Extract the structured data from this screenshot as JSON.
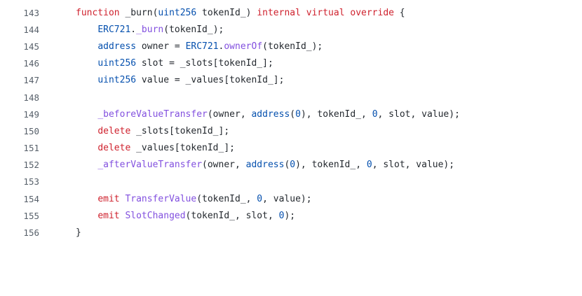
{
  "lines": [
    {
      "number": "143",
      "tokens": [
        {
          "t": "function ",
          "c": "kw"
        },
        {
          "t": "_burn",
          "c": "p"
        },
        {
          "t": "(",
          "c": "p"
        },
        {
          "t": "uint256",
          "c": "ty"
        },
        {
          "t": " tokenId_) ",
          "c": "p"
        },
        {
          "t": "internal virtual override",
          "c": "kw"
        },
        {
          "t": " {",
          "c": "p"
        }
      ]
    },
    {
      "number": "144",
      "tokens": [
        {
          "t": "    ",
          "c": "p"
        },
        {
          "t": "ERC721",
          "c": "ty"
        },
        {
          "t": ".",
          "c": "p"
        },
        {
          "t": "_burn",
          "c": "fn"
        },
        {
          "t": "(tokenId_);",
          "c": "p"
        }
      ]
    },
    {
      "number": "145",
      "tokens": [
        {
          "t": "    ",
          "c": "p"
        },
        {
          "t": "address",
          "c": "ty"
        },
        {
          "t": " owner = ",
          "c": "p"
        },
        {
          "t": "ERC721",
          "c": "ty"
        },
        {
          "t": ".",
          "c": "p"
        },
        {
          "t": "ownerOf",
          "c": "fn"
        },
        {
          "t": "(tokenId_);",
          "c": "p"
        }
      ]
    },
    {
      "number": "146",
      "tokens": [
        {
          "t": "    ",
          "c": "p"
        },
        {
          "t": "uint256",
          "c": "ty"
        },
        {
          "t": " slot = _slots[tokenId_];",
          "c": "p"
        }
      ]
    },
    {
      "number": "147",
      "tokens": [
        {
          "t": "    ",
          "c": "p"
        },
        {
          "t": "uint256",
          "c": "ty"
        },
        {
          "t": " value = _values[tokenId_];",
          "c": "p"
        }
      ]
    },
    {
      "number": "148",
      "tokens": []
    },
    {
      "number": "149",
      "tokens": [
        {
          "t": "    ",
          "c": "p"
        },
        {
          "t": "_beforeValueTransfer",
          "c": "fn"
        },
        {
          "t": "(owner, ",
          "c": "p"
        },
        {
          "t": "address",
          "c": "ty"
        },
        {
          "t": "(",
          "c": "p"
        },
        {
          "t": "0",
          "c": "num"
        },
        {
          "t": "), tokenId_, ",
          "c": "p"
        },
        {
          "t": "0",
          "c": "num"
        },
        {
          "t": ", slot, value);",
          "c": "p"
        }
      ]
    },
    {
      "number": "150",
      "tokens": [
        {
          "t": "    ",
          "c": "p"
        },
        {
          "t": "delete",
          "c": "kw"
        },
        {
          "t": " _slots[tokenId_];",
          "c": "p"
        }
      ]
    },
    {
      "number": "151",
      "tokens": [
        {
          "t": "    ",
          "c": "p"
        },
        {
          "t": "delete",
          "c": "kw"
        },
        {
          "t": " _values[tokenId_];",
          "c": "p"
        }
      ]
    },
    {
      "number": "152",
      "tokens": [
        {
          "t": "    ",
          "c": "p"
        },
        {
          "t": "_afterValueTransfer",
          "c": "fn"
        },
        {
          "t": "(owner, ",
          "c": "p"
        },
        {
          "t": "address",
          "c": "ty"
        },
        {
          "t": "(",
          "c": "p"
        },
        {
          "t": "0",
          "c": "num"
        },
        {
          "t": "), tokenId_, ",
          "c": "p"
        },
        {
          "t": "0",
          "c": "num"
        },
        {
          "t": ", slot, value);",
          "c": "p"
        }
      ]
    },
    {
      "number": "153",
      "tokens": []
    },
    {
      "number": "154",
      "tokens": [
        {
          "t": "    ",
          "c": "p"
        },
        {
          "t": "emit",
          "c": "kw"
        },
        {
          "t": " ",
          "c": "p"
        },
        {
          "t": "TransferValue",
          "c": "fn"
        },
        {
          "t": "(tokenId_, ",
          "c": "p"
        },
        {
          "t": "0",
          "c": "num"
        },
        {
          "t": ", value);",
          "c": "p"
        }
      ]
    },
    {
      "number": "155",
      "tokens": [
        {
          "t": "    ",
          "c": "p"
        },
        {
          "t": "emit",
          "c": "kw"
        },
        {
          "t": " ",
          "c": "p"
        },
        {
          "t": "SlotChanged",
          "c": "fn"
        },
        {
          "t": "(tokenId_, slot, ",
          "c": "p"
        },
        {
          "t": "0",
          "c": "num"
        },
        {
          "t": ");",
          "c": "p"
        }
      ]
    },
    {
      "number": "156",
      "tokens": [
        {
          "t": "}",
          "c": "p"
        }
      ]
    }
  ],
  "colors": {
    "keyword": "#cf222e",
    "function": "#8250df",
    "type": "#0550ae",
    "number": "#0550ae",
    "plain": "#24292f",
    "line_number": "#57606a",
    "background": "#ffffff"
  }
}
